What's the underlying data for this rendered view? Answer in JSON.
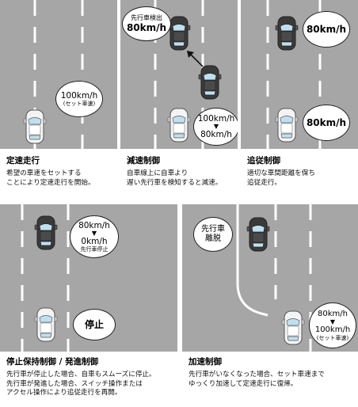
{
  "panels": {
    "p1": {
      "title": "定速走行",
      "desc": "希望の車速をセットする\nことにより定速走行を開始。",
      "bubble": {
        "speed": "100km/h",
        "note": "(セット車速)"
      }
    },
    "p2": {
      "title": "減速制御",
      "desc": "自車線上に自車より\n遅い先行車を検知すると減速。",
      "bubble_top": {
        "label": "先行車検出",
        "speed": "80km/h"
      },
      "bubble_bottom": {
        "from": "100km/h",
        "arrow": "▼",
        "to": "80km/h"
      }
    },
    "p3": {
      "title": "追従制御",
      "desc": "適切な車間距離を保ち\n追従走行。",
      "bubble_top": {
        "speed": "80km/h"
      },
      "bubble_bottom": {
        "speed": "80km/h"
      }
    },
    "p4": {
      "title": "停止保持制御 / 発進制御",
      "desc": "先行車が停止した場合、自車もスムーズに停止。\n先行車が発進した場合、スイッチ操作または\nアクセル操作により追従走行を再開。",
      "bubble_top": {
        "from": "80km/h",
        "arrow": "▼",
        "to": "0km/h",
        "note": "先行車停止"
      },
      "bubble_bottom": {
        "label": "停止"
      }
    },
    "p5": {
      "title": "加速制御",
      "desc": "先行車がいなくなった場合、セット車速まで\nゆっくり加速して定速走行に復帰。",
      "bubble_top": {
        "label1": "先行車",
        "label2": "離脱"
      },
      "bubble_bottom": {
        "from": "80km/h",
        "arrow": "▼",
        "to": "100km/h",
        "note": "(セット車速)"
      }
    }
  },
  "colors": {
    "road": "#a6a6a6",
    "lane": "#ffffff",
    "car_white": "#f4f4f4",
    "car_dark": "#3a3a3a",
    "glass": "#bfe0f0"
  }
}
